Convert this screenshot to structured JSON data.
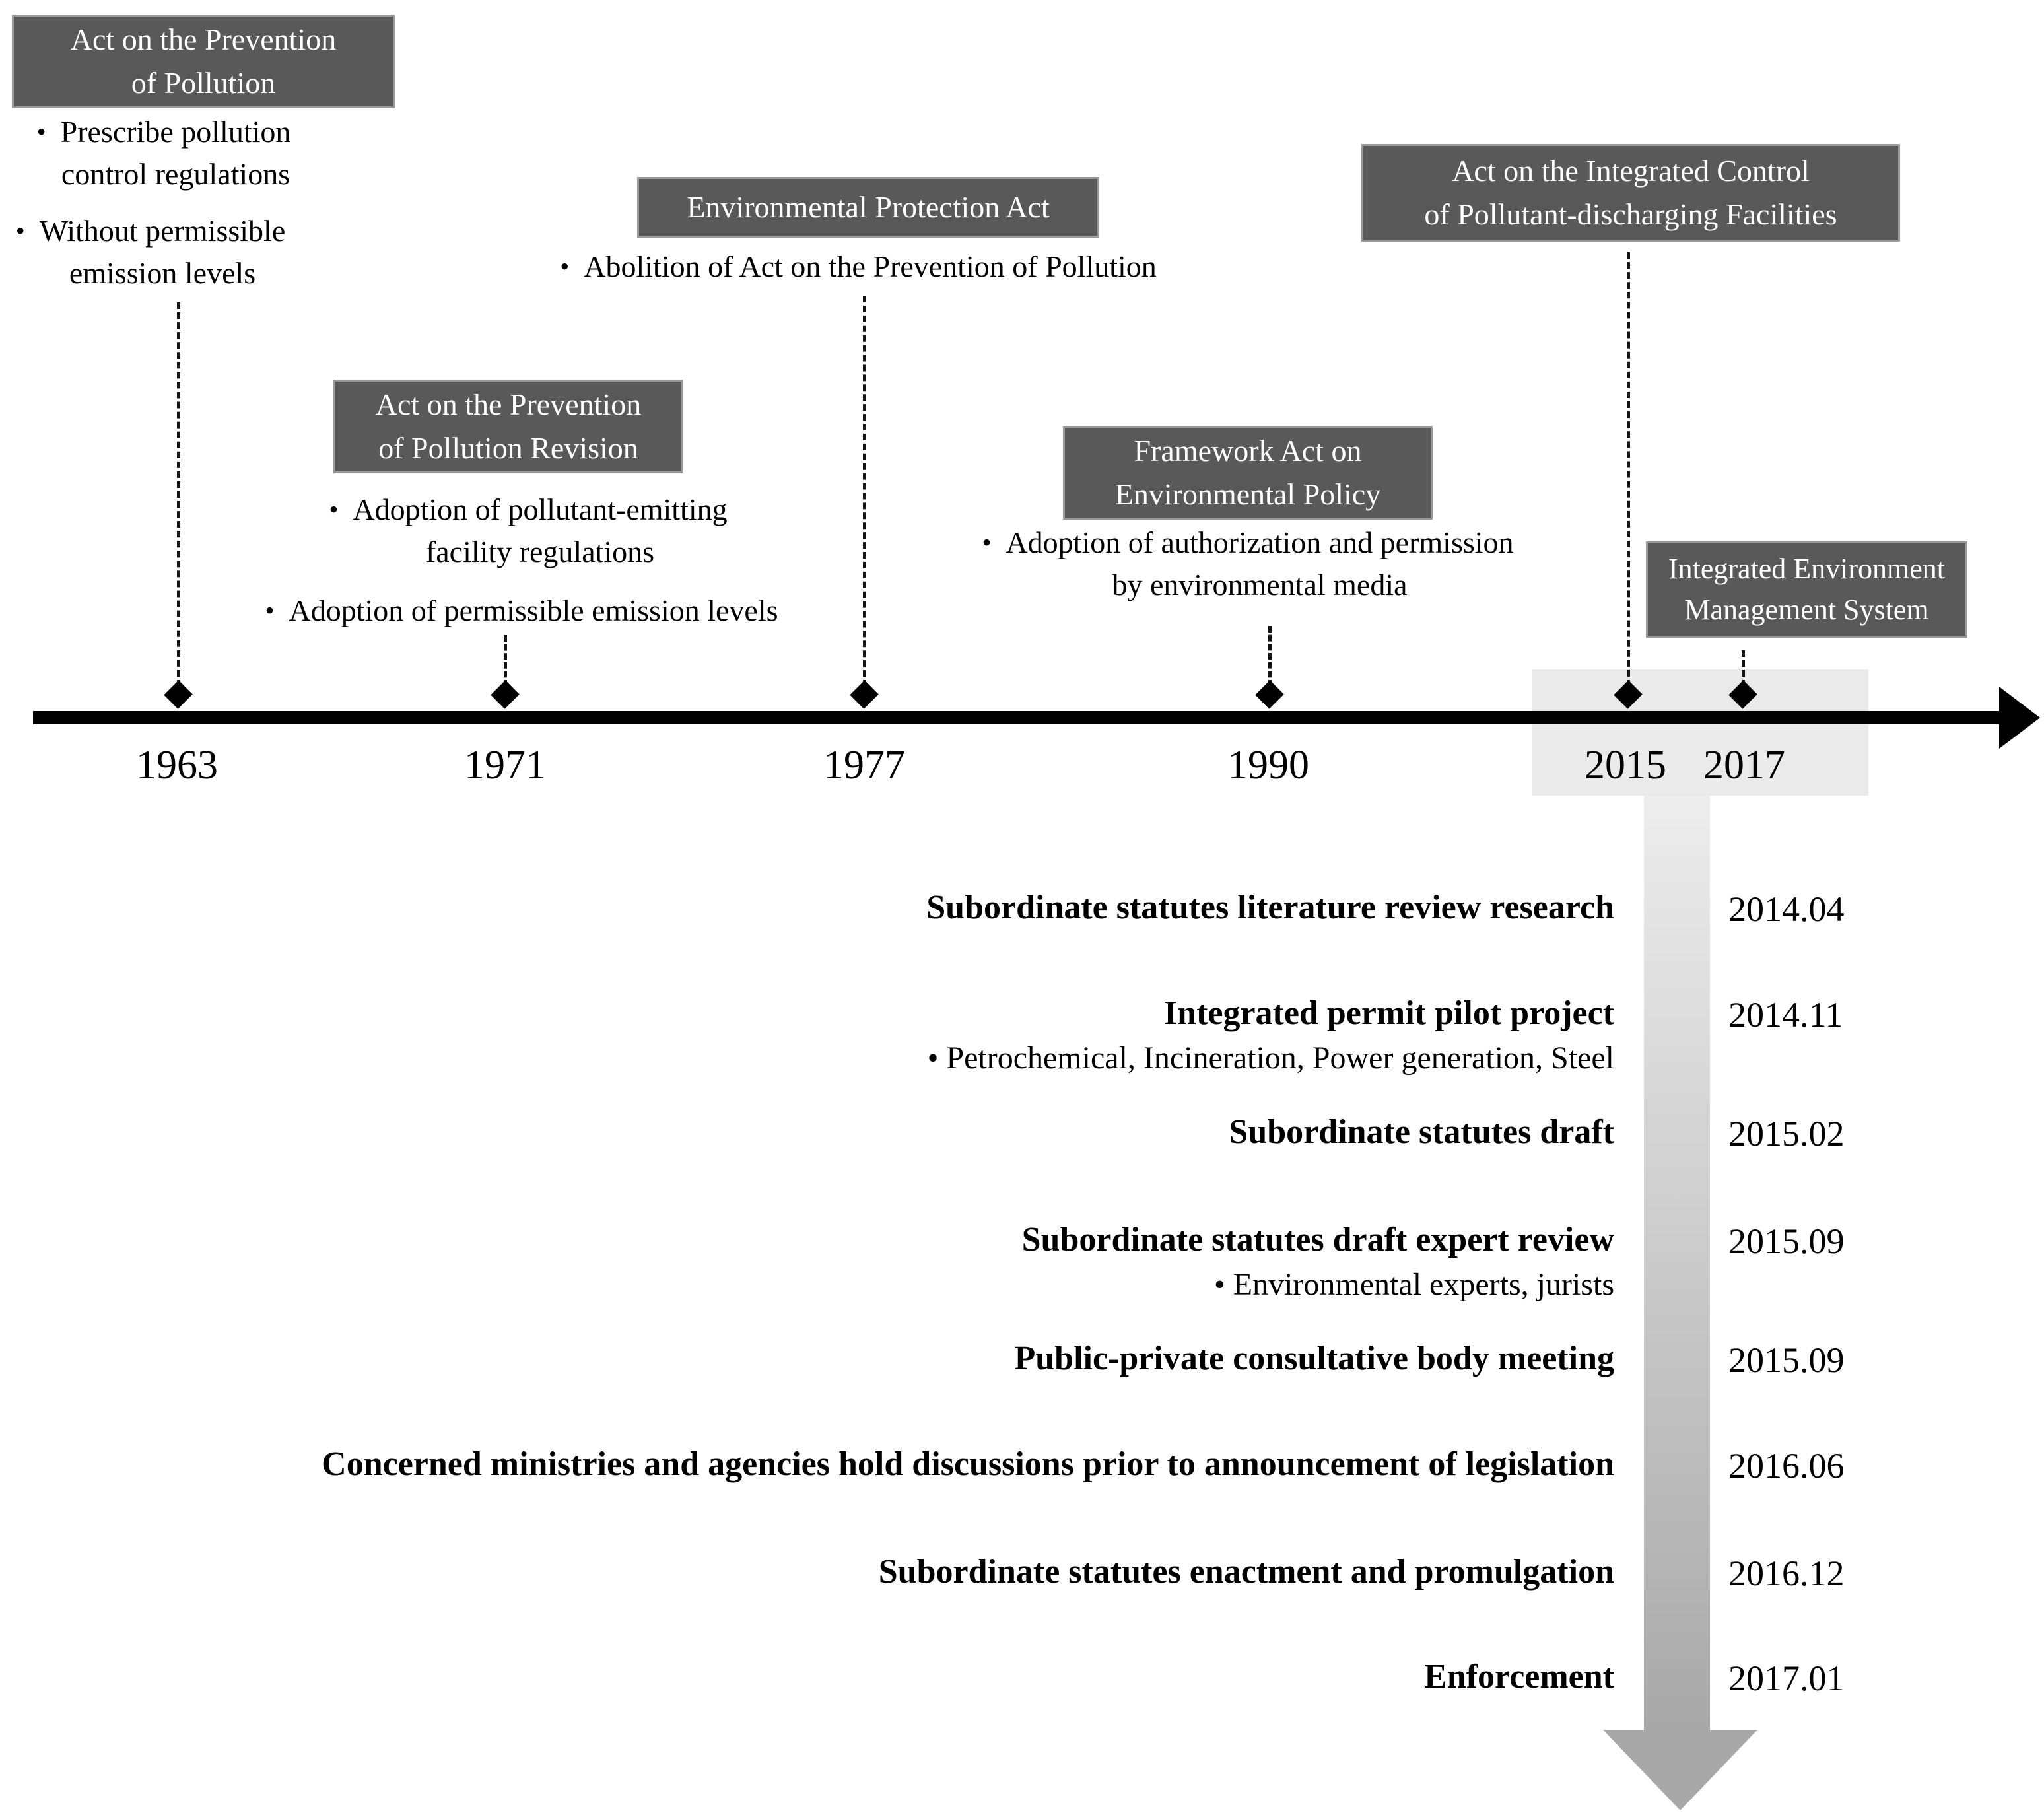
{
  "glyphs": {
    "bullet": "•"
  },
  "colors": {
    "box_bg": "#595959",
    "box_border": "#9a9a9a",
    "text_on_box": "#ffffff",
    "ink": "#000000",
    "highlight_band": "#eaeaea",
    "arrow_gray_top": "#ededed",
    "arrow_gray_bottom": "#a8a8a8"
  },
  "era_boxes": {
    "prevention": {
      "l1": "Act on the Prevention",
      "l2": "of Pollution"
    },
    "epa": {
      "l1": "Environmental Protection Act"
    },
    "revision": {
      "l1": "Act on the Prevention",
      "l2": "of Pollution Revision"
    },
    "framework": {
      "l1": "Framework Act on",
      "l2": "Environmental Policy"
    },
    "integrated_control": {
      "l1": "Act on the Integrated Control",
      "l2": "of Pollutant-discharging Facilities"
    },
    "iems": {
      "l1": "Integrated Environment",
      "l2": "Management System"
    }
  },
  "era_bullets": {
    "prevention_1": {
      "l1": "Prescribe pollution",
      "l2": "control regulations"
    },
    "prevention_2": {
      "l1": "Without permissible",
      "l2": "emission levels"
    },
    "epa_1": {
      "l1": "Abolition of Act on the Prevention of Pollution"
    },
    "revision_1": {
      "l1": "Adoption of pollutant-emitting",
      "l2": "facility regulations"
    },
    "revision_2": {
      "l1": "Adoption of permissible emission levels"
    },
    "framework_1": {
      "l1": "Adoption of authorization and permission",
      "l2": "by environmental media"
    }
  },
  "timeline": {
    "years": [
      "1963",
      "1971",
      "1977",
      "1990",
      "2015",
      "2017"
    ]
  },
  "milestones": [
    {
      "title": "Subordinate statutes literature review research",
      "date": "2014.04"
    },
    {
      "title": "Integrated permit pilot project",
      "date": "2014.11",
      "note": "• Petrochemical, Incineration, Power generation, Steel"
    },
    {
      "title": "Subordinate statutes draft",
      "date": "2015.02"
    },
    {
      "title": "Subordinate statutes draft expert review",
      "date": "2015.09",
      "note": "• Environmental experts, jurists"
    },
    {
      "title": "Public-private consultative body meeting",
      "date": "2015.09"
    },
    {
      "title": "Concerned ministries and agencies hold discussions prior to announcement of legislation",
      "date": "2016.06"
    },
    {
      "title": "Subordinate statutes enactment and promulgation",
      "date": "2016.12"
    },
    {
      "title": "Enforcement",
      "date": "2017.01"
    }
  ]
}
